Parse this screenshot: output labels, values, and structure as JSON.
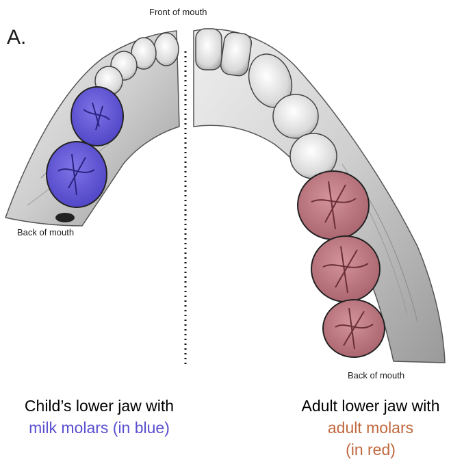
{
  "panel_label": "A.",
  "labels": {
    "front": "Front of mouth",
    "back_left": "Back of mouth",
    "back_right": "Back of mouth"
  },
  "captions": {
    "left": {
      "line1": "Child’s lower jaw with",
      "line2": "milk molars (in blue)"
    },
    "right": {
      "line1": "Adult lower jaw with",
      "line2": "adult molars",
      "line3": "(in red)"
    }
  },
  "colors": {
    "milk_molars": "#5a4ed0",
    "adult_molars": "#b86f78",
    "bone": "#d8d8d8",
    "tooth": "#e8e8e8",
    "caption_accent_left": "#5a4ed0",
    "caption_accent_right": "#c0683e"
  }
}
